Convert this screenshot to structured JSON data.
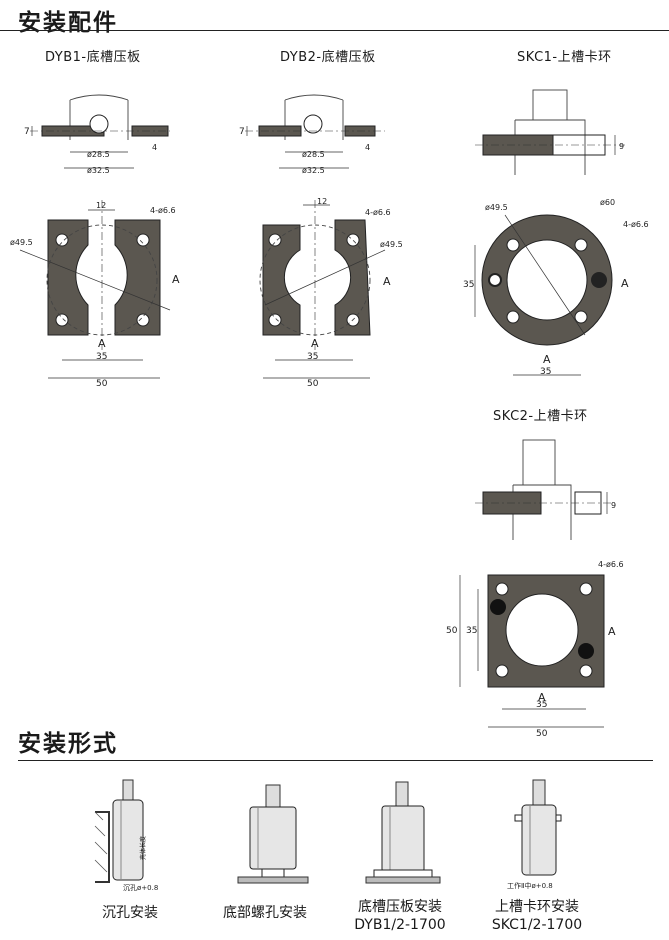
{
  "section_accessories": {
    "title": "安装配件"
  },
  "section_install": {
    "title": "安装形式"
  },
  "dyb1": {
    "title": "DYB1-底槽压板",
    "side_dims": {
      "thick": "7",
      "depth": "4",
      "d_inner": "ø28.5",
      "d_outer": "ø32.5"
    },
    "front_dims": {
      "gap": "12",
      "holes": "4-ø6.6",
      "pcd": "ø49.5",
      "center_span": "35",
      "width": "50",
      "ref_a": "A"
    }
  },
  "dyb2": {
    "title": "DYB2-底槽压板",
    "side_dims": {
      "thick": "7",
      "depth": "4",
      "d_inner": "ø28.5",
      "d_outer": "ø32.5"
    },
    "front_dims": {
      "gap": "12",
      "holes": "4-ø6.6",
      "pcd": "ø49.5",
      "center_span": "35",
      "width": "50",
      "ref_a": "A"
    }
  },
  "skc1": {
    "title": "SKC1-上槽卡环",
    "side_dims": {
      "height": "9"
    },
    "front_dims": {
      "pcd": "ø49.5",
      "outer": "ø60",
      "holes": "4-ø6.6",
      "center_span": "35",
      "height": "35",
      "ref_a": "A"
    }
  },
  "skc2": {
    "title": "SKC2-上槽卡环",
    "side_dims": {
      "height": "9"
    },
    "front_dims": {
      "holes": "4-ø6.6",
      "height_outer": "50",
      "height_inner": "35",
      "center_span": "35",
      "width": "50",
      "ref_a": "A"
    }
  },
  "install_types": [
    {
      "label": "沉孔安装",
      "annot_1": "沉孔ø+0.8",
      "annot_2": "壳体长度"
    },
    {
      "label": "底部螺孔安装"
    },
    {
      "label": "底槽压板安装",
      "sub": "DYB1/2-1700"
    },
    {
      "label": "上槽卡环安装",
      "sub": "SKC1/2-1700",
      "annot_1": "工作Ⅱ中ø+0.8"
    }
  ]
}
